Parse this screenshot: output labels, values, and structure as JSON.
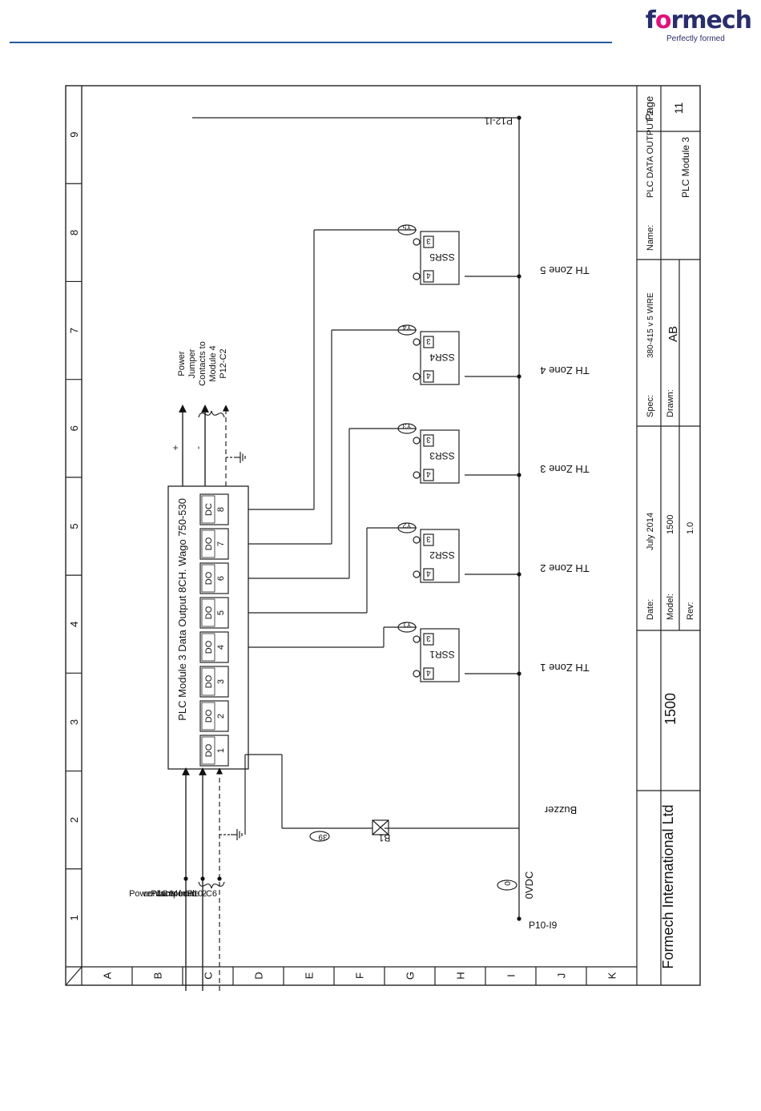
{
  "logo": {
    "word_prefix": "f",
    "word_o": "o",
    "word_suffix": "rmech",
    "tagline": "Perfectly formed"
  },
  "grid": {
    "rows": [
      "A",
      "B",
      "C",
      "D",
      "E",
      "F",
      "G",
      "H",
      "I",
      "J",
      "K"
    ],
    "cols": [
      "1",
      "2",
      "3",
      "4",
      "5",
      "6",
      "7",
      "8",
      "9"
    ]
  },
  "module": {
    "title": "PLC Module 3  Data Output 8CH.  Wago 750-530",
    "outputs": [
      {
        "type": "DO",
        "num": "1"
      },
      {
        "type": "DO",
        "num": "2"
      },
      {
        "type": "DO",
        "num": "3"
      },
      {
        "type": "DO",
        "num": "4"
      },
      {
        "type": "DO",
        "num": "5"
      },
      {
        "type": "DO",
        "num": "6"
      },
      {
        "type": "DO",
        "num": "7"
      },
      {
        "type": "DC",
        "num": "8"
      }
    ]
  },
  "jumper_in": {
    "lines": [
      "Power Jumper",
      "contacts  from",
      "PLC Module 2",
      "P10-C6"
    ]
  },
  "jumper_out": {
    "lines": [
      "Power",
      "Jumper",
      "Contacts to",
      "Module 4",
      "P12-C2"
    ],
    "plus": "+",
    "minus": "-"
  },
  "rail": {
    "left_ref": "P10-I9",
    "right_ref": "P12-I1",
    "wire_num": "0",
    "label": "0VDC"
  },
  "buzzer": {
    "ref": "B1",
    "wire": "39",
    "label": "Buzzer"
  },
  "ssrs": [
    {
      "name": "SSR1",
      "wire": "Y1",
      "pin_a": "3",
      "pin_b": "4",
      "zone": "TH Zone 1"
    },
    {
      "name": "SSR2",
      "wire": "Y2",
      "pin_a": "3",
      "pin_b": "4",
      "zone": "TH Zone 2"
    },
    {
      "name": "SSR3",
      "wire": "Y3",
      "pin_a": "3",
      "pin_b": "4",
      "zone": "TH Zone 3"
    },
    {
      "name": "SSR4",
      "wire": "Y4",
      "pin_a": "3",
      "pin_b": "4",
      "zone": "TH Zone 4"
    },
    {
      "name": "SSR5",
      "wire": "Y5",
      "pin_a": "3",
      "pin_b": "4",
      "zone": "TH Zone 5"
    }
  ],
  "title_block": {
    "company": "Formech International Ltd",
    "model_big": "1500",
    "date_label": "Date:",
    "date_value": "July 2014",
    "model_label": "Model:",
    "model_value": "1500",
    "rev_label": "Rev:",
    "rev_value": "1.0",
    "spec_label": "Spec:",
    "spec_value": "380-415 v 5 WIRE",
    "drawn_label": "Drawn:",
    "drawn_value": "AB",
    "name_label": "Name:",
    "name_value": "PLC DATA OUTPUT 2",
    "sub_name": "PLC Module 3",
    "page_label": "Page",
    "page_value": "11"
  }
}
